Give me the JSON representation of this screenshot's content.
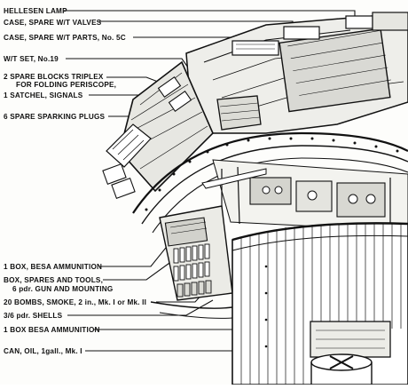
{
  "labels": [
    {
      "id": "hellesen-lamp",
      "lines": [
        "HELLESEN LAMP"
      ]
    },
    {
      "id": "case-spare-wt-valves",
      "lines": [
        "CASE, SPARE W/T VALVES"
      ]
    },
    {
      "id": "case-spare-wt-parts",
      "lines": [
        "CASE, SPARE W/T PARTS, No. 5C"
      ]
    },
    {
      "id": "wt-set",
      "lines": [
        "W/T SET, No.19"
      ]
    },
    {
      "id": "spare-blocks-triplex",
      "lines": [
        "2 SPARE BLOCKS TRIPLEX",
        "FOR FOLDING PERISCOPE,"
      ]
    },
    {
      "id": "satchel-signals",
      "lines": [
        "1 SATCHEL, SIGNALS"
      ]
    },
    {
      "id": "spare-sparking-plugs",
      "lines": [
        "6 SPARE SPARKING PLUGS"
      ]
    },
    {
      "id": "besa-ammunition-1",
      "lines": [
        "1 BOX, BESA AMMUNITION"
      ]
    },
    {
      "id": "box-spares-tools",
      "lines": [
        "BOX, SPARES AND TOOLS,",
        "6 pdr. GUN AND MOUNTING"
      ]
    },
    {
      "id": "bombs-smoke",
      "lines": [
        "20 BOMBS, SMOKE, 2 in., Mk. I or Mk. II"
      ]
    },
    {
      "id": "shells",
      "lines": [
        "3/6 pdr. SHELLS"
      ]
    },
    {
      "id": "besa-ammunition-2",
      "lines": [
        "1 BOX BESA AMMUNITION"
      ]
    },
    {
      "id": "can-oil",
      "lines": [
        "CAN, OIL, 1gall., Mk. I"
      ]
    }
  ]
}
